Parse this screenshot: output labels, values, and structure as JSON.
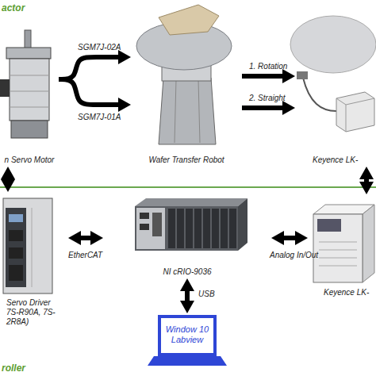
{
  "diagram": {
    "nodes": [
      {
        "text": [
          "n Servo Motor"
        ]
      },
      {
        "text": [
          "Wafer Transfer Robot"
        ]
      },
      {
        "text": [
          "Keyence LK-"
        ]
      },
      {
        "text": [
          "Servo Driver 7S-R90A, 7S-2R8A)"
        ]
      },
      {
        "text": [
          "NI cRIO-9036"
        ]
      },
      {
        "text": [
          "Keyence LK-"
        ]
      },
      {
        "text": [
          "Window 10 Labview"
        ]
      }
    ],
    "edges": [
      {
        "from": 0,
        "to": 1,
        "label": "SGM7J-02A",
        "arrow": "to"
      },
      {
        "from": 0,
        "to": 1,
        "label": "SGM7J-01A",
        "arrow": "to"
      },
      {
        "from": 1,
        "to": 2,
        "label": "1. Rotation",
        "arrow": "to"
      },
      {
        "from": 1,
        "to": 2,
        "label": "2. Straight",
        "arrow": "to"
      },
      {
        "from": 0,
        "to": 3,
        "arrow": "both"
      },
      {
        "from": 2,
        "to": 5,
        "arrow": "both"
      },
      {
        "from": 3,
        "to": 4,
        "label": "EtherCAT",
        "arrow": "both"
      },
      {
        "from": 4,
        "to": 6,
        "label": "USB",
        "arrow": "both"
      },
      {
        "from": 4,
        "to": 5,
        "label": "Analog In/Out",
        "arrow": "both"
      }
    ],
    "labels": [
      "actor",
      "roller"
    ]
  }
}
